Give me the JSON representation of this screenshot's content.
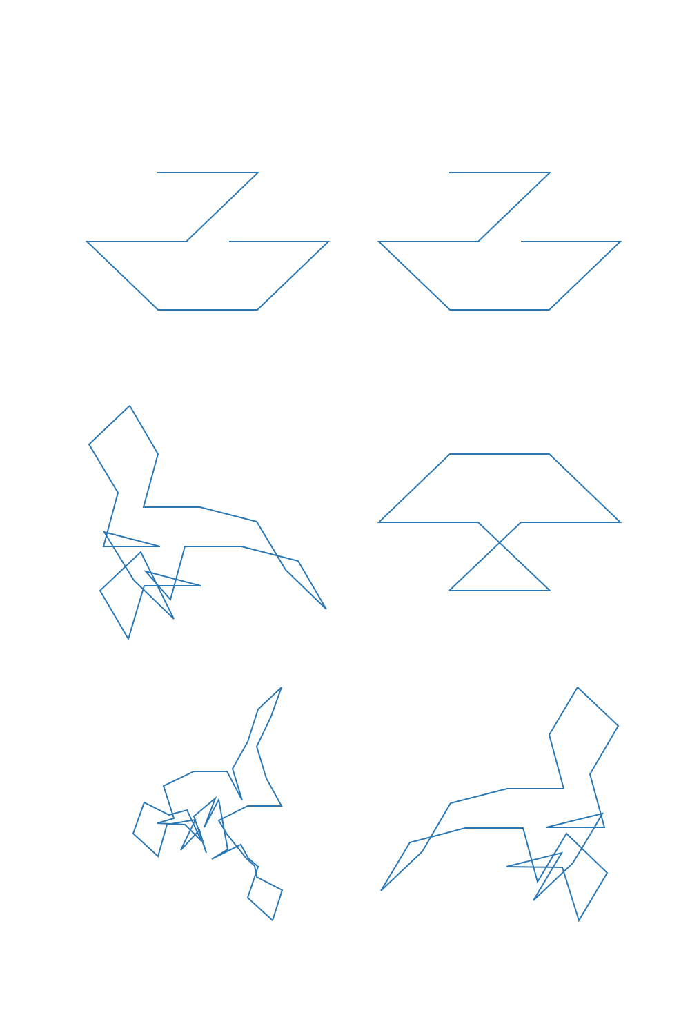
{
  "stroke_color": "#2a77b4",
  "background_color": "#ffffff",
  "grid": {
    "rows": 3,
    "cols": 2
  },
  "panels": [
    {
      "id": "panel-1",
      "description_kind": "hourglass-over-trapezoid",
      "points": [
        [
          228,
          250
        ],
        [
          374,
          250
        ],
        [
          270,
          350
        ],
        [
          126,
          350
        ],
        [
          229,
          449
        ],
        [
          373,
          449
        ],
        [
          476,
          350
        ],
        [
          332,
          350
        ]
      ]
    },
    {
      "id": "panel-2",
      "description_kind": "hourglass-over-trapezoid",
      "points": [
        [
          651,
          250
        ],
        [
          797,
          250
        ],
        [
          693,
          350
        ],
        [
          549,
          350
        ],
        [
          652,
          449
        ],
        [
          796,
          449
        ],
        [
          899,
          350
        ],
        [
          755,
          350
        ]
      ]
    },
    {
      "id": "panel-3",
      "description_kind": "scribble",
      "points": [
        [
          188,
          588
        ],
        [
          229,
          658
        ],
        [
          208,
          735
        ],
        [
          290,
          735
        ],
        [
          372,
          756
        ],
        [
          414,
          826
        ],
        [
          473,
          883
        ],
        [
          432,
          813
        ],
        [
          350,
          792
        ],
        [
          268,
          792
        ],
        [
          247,
          869
        ],
        [
          211,
          828
        ],
        [
          291,
          849
        ],
        [
          209,
          849
        ],
        [
          186,
          926
        ],
        [
          145,
          856
        ],
        [
          204,
          800
        ],
        [
          252,
          897
        ],
        [
          194,
          841
        ],
        [
          151,
          771
        ],
        [
          232,
          792
        ],
        [
          150,
          792
        ],
        [
          171,
          714
        ],
        [
          129,
          644
        ],
        [
          188,
          588
        ]
      ]
    },
    {
      "id": "panel-4",
      "description_kind": "trapezoid-over-hourglass",
      "points": [
        [
          651,
          856
        ],
        [
          797,
          856
        ],
        [
          693,
          757
        ],
        [
          549,
          757
        ],
        [
          652,
          658
        ],
        [
          796,
          658
        ],
        [
          899,
          757
        ],
        [
          755,
          757
        ],
        [
          651,
          856
        ]
      ]
    },
    {
      "id": "panel-5",
      "description_kind": "scribble",
      "points": [
        [
          408,
          996
        ],
        [
          374,
          1028
        ],
        [
          359,
          1075
        ],
        [
          337,
          1114
        ],
        [
          351,
          1160
        ],
        [
          329,
          1118
        ],
        [
          281,
          1118
        ],
        [
          237,
          1139
        ],
        [
          252,
          1186
        ],
        [
          228,
          1193
        ],
        [
          268,
          1195
        ],
        [
          292,
          1219
        ],
        [
          271,
          1174
        ],
        [
          245,
          1181
        ],
        [
          209,
          1163
        ],
        [
          193,
          1208
        ],
        [
          229,
          1241
        ],
        [
          242,
          1195
        ],
        [
          283,
          1188
        ],
        [
          262,
          1232
        ],
        [
          289,
          1203
        ],
        [
          299,
          1236
        ],
        [
          281,
          1183
        ],
        [
          312,
          1157
        ],
        [
          296,
          1199
        ],
        [
          317,
          1159
        ],
        [
          330,
          1231
        ],
        [
          307,
          1245
        ],
        [
          349,
          1224
        ],
        [
          360,
          1244
        ],
        [
          374,
          1256
        ],
        [
          359,
          1301
        ],
        [
          395,
          1334
        ],
        [
          409,
          1290
        ],
        [
          372,
          1271
        ],
        [
          369,
          1255
        ],
        [
          357,
          1244
        ],
        [
          329,
          1209
        ],
        [
          317,
          1189
        ],
        [
          359,
          1168
        ],
        [
          408,
          1168
        ],
        [
          386,
          1128
        ],
        [
          372,
          1082
        ],
        [
          393,
          1038
        ],
        [
          408,
          996
        ]
      ]
    },
    {
      "id": "panel-6",
      "description_kind": "scribble",
      "points": [
        [
          837,
          996
        ],
        [
          896,
          1052
        ],
        [
          855,
          1122
        ],
        [
          876,
          1199
        ],
        [
          792,
          1199
        ],
        [
          873,
          1179
        ],
        [
          861,
          1200
        ],
        [
          830,
          1251
        ],
        [
          773,
          1305
        ],
        [
          814,
          1236
        ],
        [
          734,
          1256
        ],
        [
          815,
          1257
        ],
        [
          839,
          1334
        ],
        [
          880,
          1265
        ],
        [
          821,
          1208
        ],
        [
          779,
          1278
        ],
        [
          758,
          1200
        ],
        [
          674,
          1200
        ],
        [
          594,
          1221
        ],
        [
          552,
          1291
        ],
        [
          612,
          1234
        ],
        [
          653,
          1164
        ],
        [
          735,
          1143
        ],
        [
          817,
          1143
        ],
        [
          796,
          1065
        ],
        [
          837,
          996
        ]
      ]
    }
  ]
}
